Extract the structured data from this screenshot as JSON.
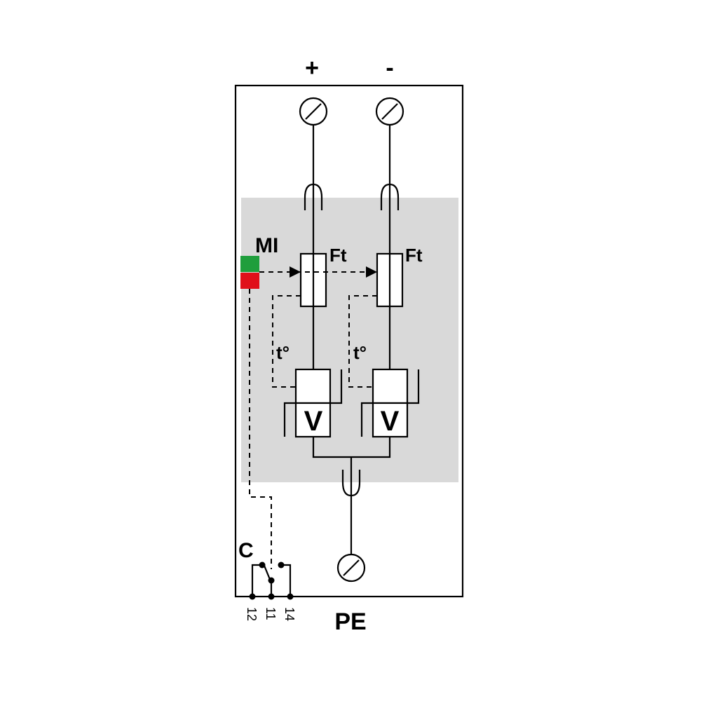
{
  "terminals": {
    "plus": "+",
    "minus": "-",
    "pe": "PE"
  },
  "labels": {
    "mi": "MI",
    "ft_left": "Ft",
    "ft_right": "Ft",
    "temp_left": "t°",
    "temp_right": "t°",
    "varistor_left": "V",
    "varistor_right": "V",
    "contact": "C"
  },
  "contact_pins": [
    "12",
    "11",
    "14"
  ],
  "colors": {
    "module_background": "#d9d9d9",
    "indicator_ok": "#1f9e3c",
    "indicator_fault": "#e0101a",
    "lines": "#000000"
  }
}
